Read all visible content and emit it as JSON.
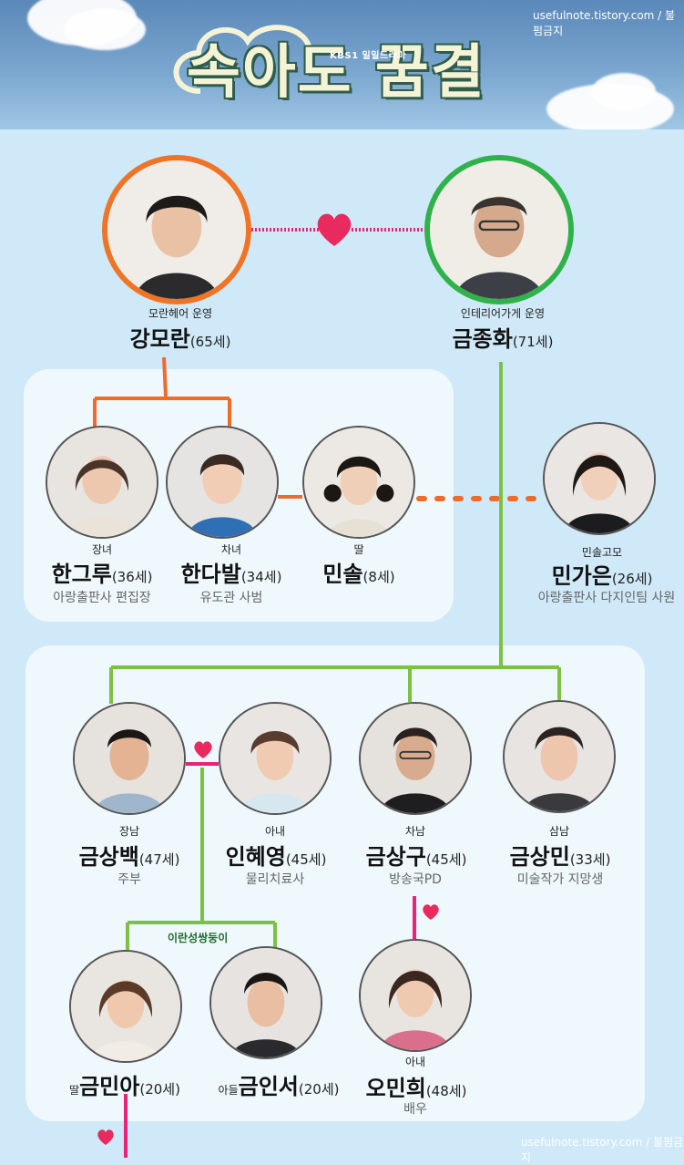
{
  "header": {
    "title": "속아도 꿈결",
    "network_badge": "KBS1 일일드라마",
    "watermark": "usefulnote.tistory.com / 불펌금지"
  },
  "people": {
    "kang_moran": {
      "role": "모란헤어 운영",
      "name": "강모란",
      "age": "(65세)",
      "job": ""
    },
    "geum_jonghwa": {
      "role": "인테리어가게 운영",
      "name": "금종화",
      "age": "(71세)",
      "job": ""
    },
    "han_geuru": {
      "role": "장녀",
      "name": "한그루",
      "age": "(36세)",
      "job": "아랑출판사 편집장"
    },
    "han_dabal": {
      "role": "차녀",
      "name": "한다발",
      "age": "(34세)",
      "job": "유도관 사범"
    },
    "min_sol": {
      "role": "딸",
      "name": "민솔",
      "age": "(8세)",
      "job": ""
    },
    "min_gaeun": {
      "role": "민솔고모",
      "name": "민가은",
      "age": "(26세)",
      "job": "아랑출판사 다지인팀 사원"
    },
    "geum_sangbaek": {
      "role": "장남",
      "name": "금상백",
      "age": "(47세)",
      "job": "주부"
    },
    "in_hyeyoung": {
      "role": "아내",
      "name": "인혜영",
      "age": "(45세)",
      "job": "물리치료사"
    },
    "geum_sanggu": {
      "role": "차남",
      "name": "금상구",
      "age": "(45세)",
      "job": "방송국PD"
    },
    "geum_sangmin": {
      "role": "삼남",
      "name": "금상민",
      "age": "(33세)",
      "job": "미술작가 지망생"
    },
    "geum_mina": {
      "role": "딸",
      "name": "금민아",
      "age": "(20세)",
      "job": ""
    },
    "geum_inseo": {
      "role": "아들",
      "name": "금인서",
      "age": "(20세)",
      "job": ""
    },
    "oh_minhee": {
      "role": "아내",
      "name": "오민희",
      "age": "(48세)",
      "job": "배우"
    }
  },
  "twins_label": "이란성쌍둥이",
  "colors": {
    "orange": "#ef6b2a",
    "green": "#7cc242",
    "pink": "#e8247a",
    "heart": "#e82a5e",
    "dark_green": "#1f6b2b"
  }
}
